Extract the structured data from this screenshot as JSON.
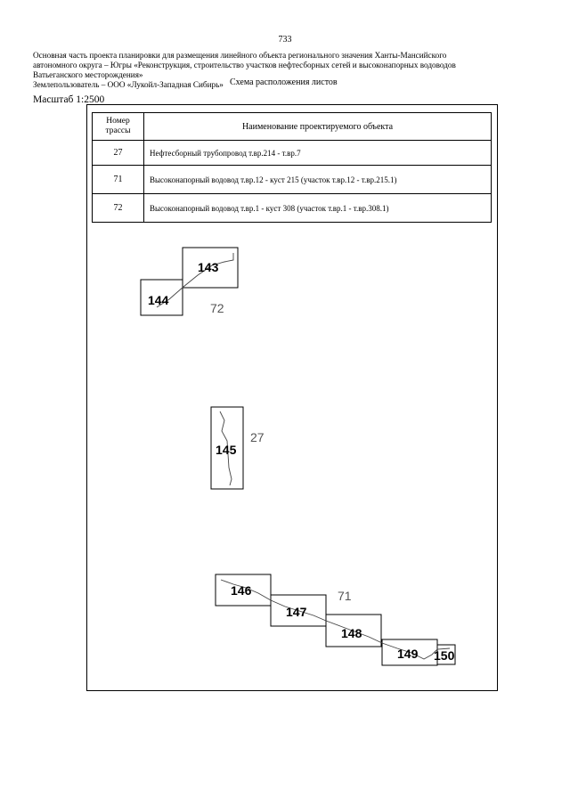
{
  "page_number": "733",
  "header_lines": [
    "Основная часть проекта планировки для размещения линейного объекта регионального значения Ханты-Мансийского",
    "автономного округа – Югры «Реконструкция, строительство участков нефтесборных сетей и высоконапорных водоводов",
    "Ватьеганского месторождения»",
    "Землепользователь – ООО «Лукойл-Западная Сибирь»"
  ],
  "scheme_title": "Схема расположения листов",
  "scale": "Масштаб 1:2500",
  "table": {
    "headers": {
      "number": "Номер трассы",
      "name": "Наименование проектируемого объекта"
    },
    "rows": [
      {
        "number": "27",
        "name": "Нефтесборный трубопровод т.вр.214 - т.вр.7"
      },
      {
        "number": "71",
        "name": "Высоконапорный водовод т.вр.12 -  куст 215 (участок т.вр.12 - т.вр.215.1)"
      },
      {
        "number": "72",
        "name": "Высоконапорный водовод т.вр.1 -  куст 308 (участок т.вр.1 - т.вр.308.1)"
      }
    ]
  },
  "sheets": [
    "143",
    "144",
    "145",
    "146",
    "147",
    "148",
    "149",
    "150"
  ],
  "route_labels": [
    "72",
    "27",
    "71"
  ]
}
